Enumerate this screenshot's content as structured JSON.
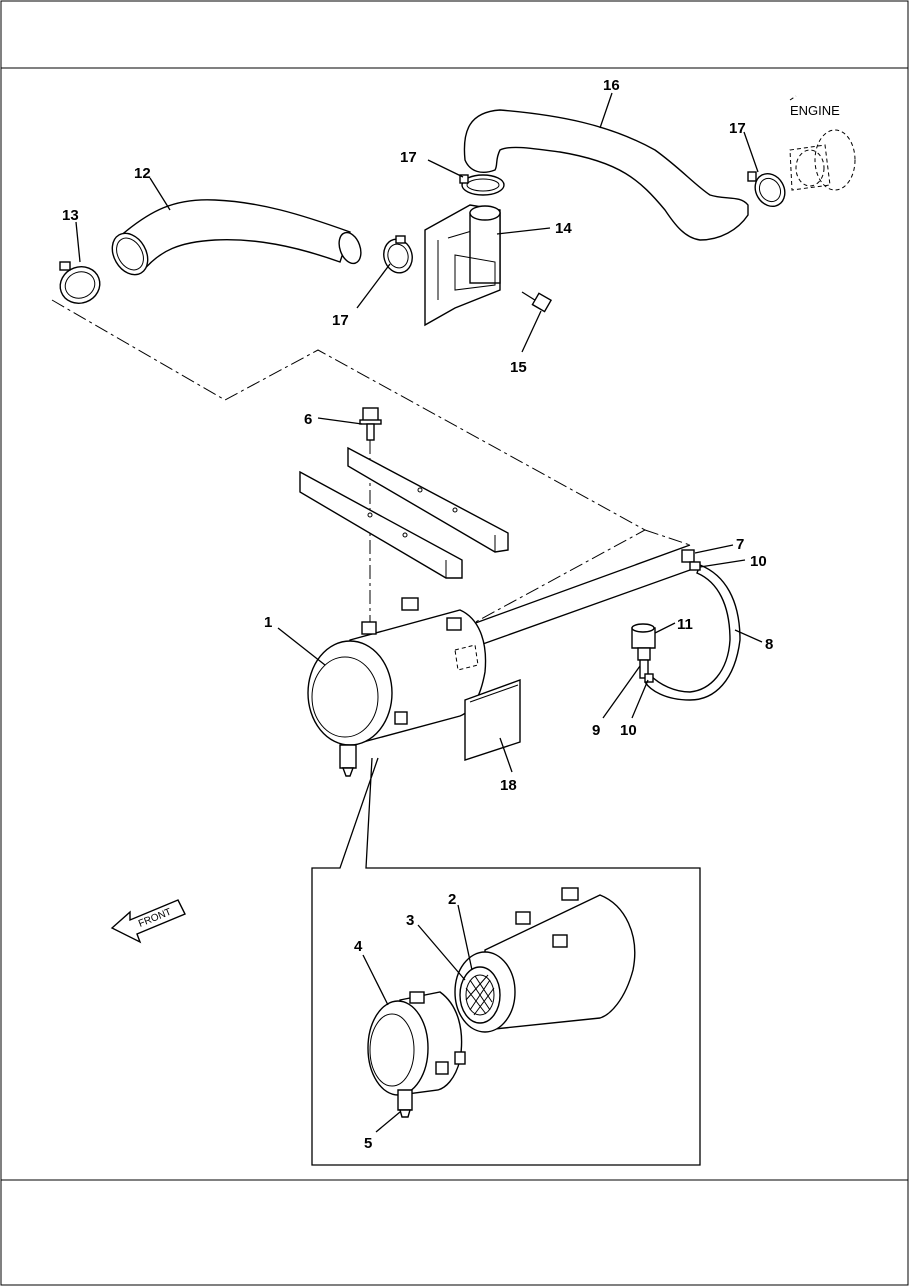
{
  "callouts": {
    "c1": "1",
    "c2": "2",
    "c3": "3",
    "c4": "4",
    "c5": "5",
    "c6": "6",
    "c7": "7",
    "c8": "8",
    "c9": "9",
    "c10a": "10",
    "c10b": "10",
    "c11": "11",
    "c12": "12",
    "c13": "13",
    "c14": "14",
    "c15": "15",
    "c16": "16",
    "c17a": "17",
    "c17b": "17",
    "c17c": "17",
    "c18": "18"
  },
  "labels": {
    "engine": "ENGINE",
    "front": "FRONT"
  }
}
